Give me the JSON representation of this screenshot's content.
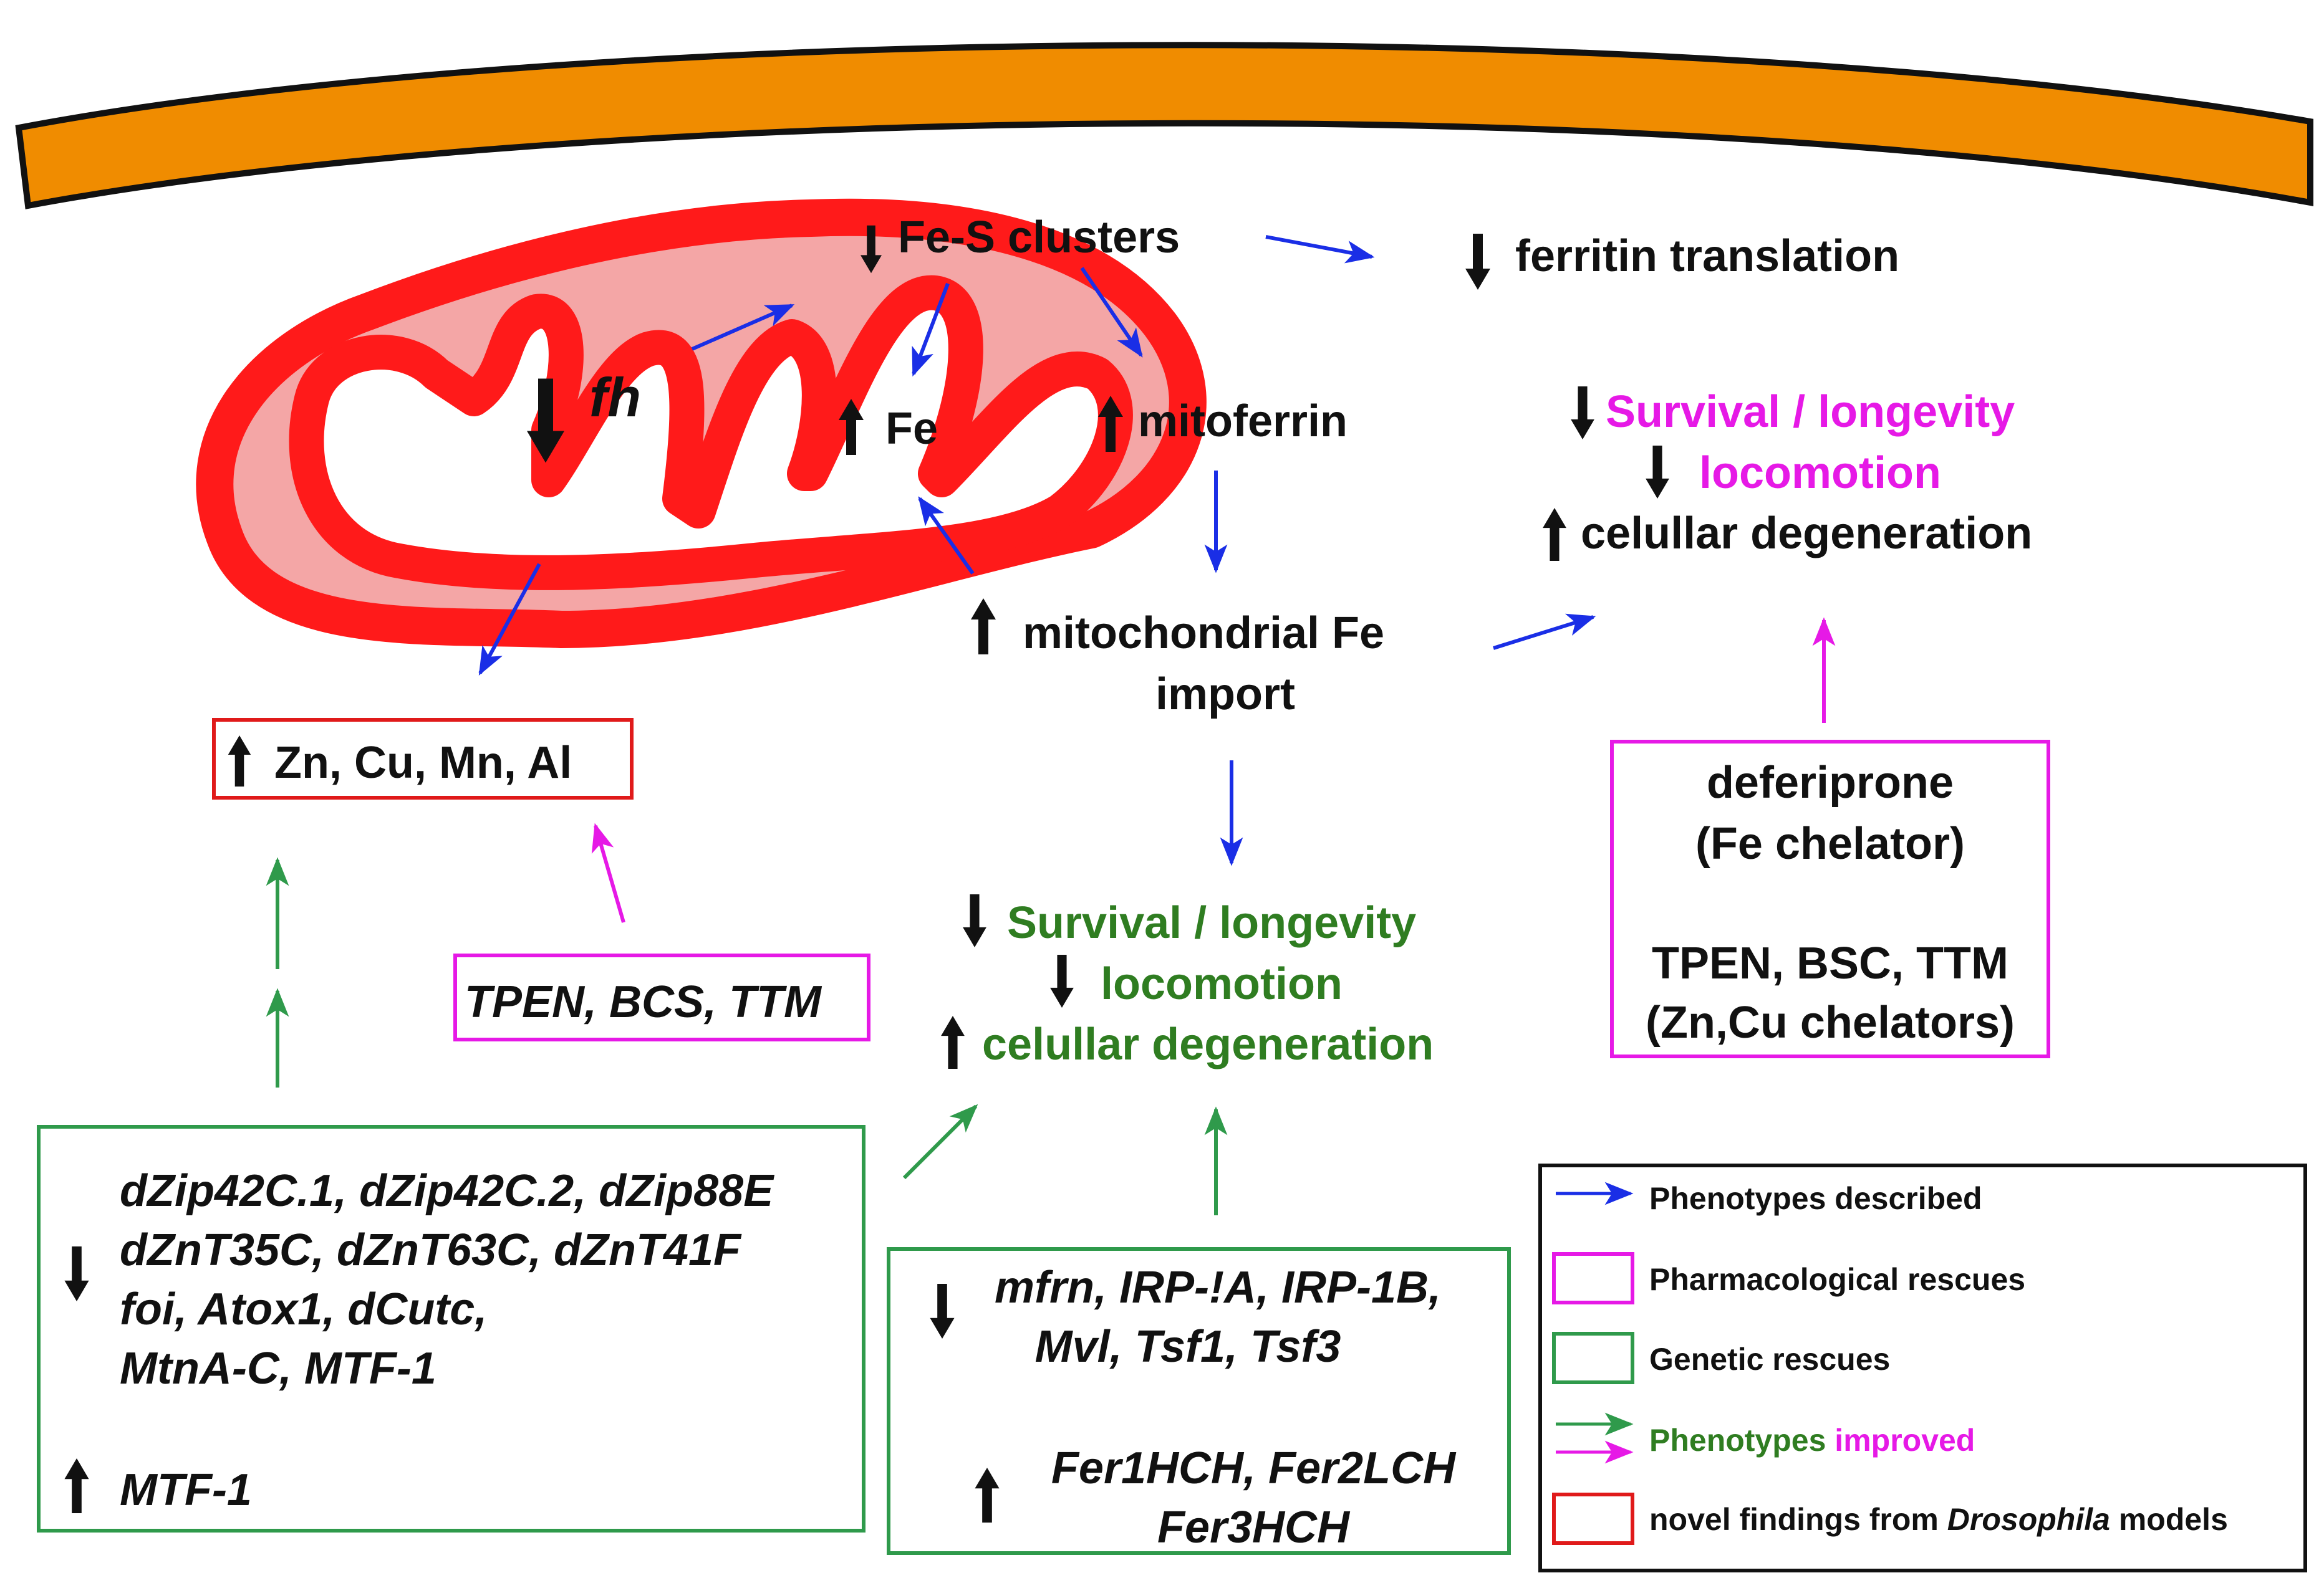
{
  "colors": {
    "membrane": "#f08c00",
    "mito_outer": "#ff1a1a",
    "mito_fill": "#f4a6a6",
    "arrow_phenotype": "#1a2ee6",
    "arrow_genetic": "#2f9a4b",
    "arrow_pharma": "#e619e6",
    "text_green": "#2f7d21",
    "text_magenta": "#e619e6",
    "box_red": "#e01a1a",
    "box_green": "#2f9a4b",
    "box_magenta": "#e619e6"
  },
  "icons": {
    "up": "up-arrow-icon",
    "down": "down-arrow-icon"
  },
  "top": {
    "fes": "Fe-S clusters",
    "fh": "fh",
    "fe": "Fe",
    "ferritin": "ferritin translation",
    "mitoferrin": "mitoferrin",
    "mito_fe_1": "mitochondrial Fe",
    "mito_fe_2": "import"
  },
  "metals_box": {
    "label": "Zn, Cu, Mn, Al"
  },
  "pharma_left": {
    "label": "TPEN, BCS, TTM"
  },
  "outcome_right": {
    "survival": "Survival / longevity",
    "locomotion": "locomotion",
    "degeneration": "celullar degeneration"
  },
  "outcome_center": {
    "survival": "Survival / longevity",
    "locomotion": "locomotion",
    "degeneration": "celullar degeneration"
  },
  "pharma_right": {
    "line1": "deferiprone",
    "line2": "(Fe chelator)",
    "line3": "TPEN, BSC, TTM",
    "line4": "(Zn,Cu chelators)"
  },
  "genetic_left": {
    "down_lines": [
      "dZip42C.1, dZip42C.2, dZip88E",
      "dZnT35C, dZnT63C, dZnT41F",
      "foi, Atox1, dCutc,",
      "MtnA-C, MTF-1"
    ],
    "up_line": "MTF-1"
  },
  "genetic_center": {
    "down_lines": [
      "mfrn, IRP-!A, IRP-1B,",
      "Mvl, Tsf1, Tsf3"
    ],
    "up_lines": [
      "Fer1HCH, Fer2LCH",
      "Fer3HCH"
    ]
  },
  "legend": {
    "phenotypes_described": "Phenotypes described",
    "pharmacological": "Pharmacological rescues",
    "genetic": "Genetic rescues",
    "improved_prefix": "Phenotypes ",
    "improved_suffix": "improved",
    "novel_prefix": "novel findings from ",
    "novel_italic": "Drosophila",
    "novel_suffix": " models"
  }
}
